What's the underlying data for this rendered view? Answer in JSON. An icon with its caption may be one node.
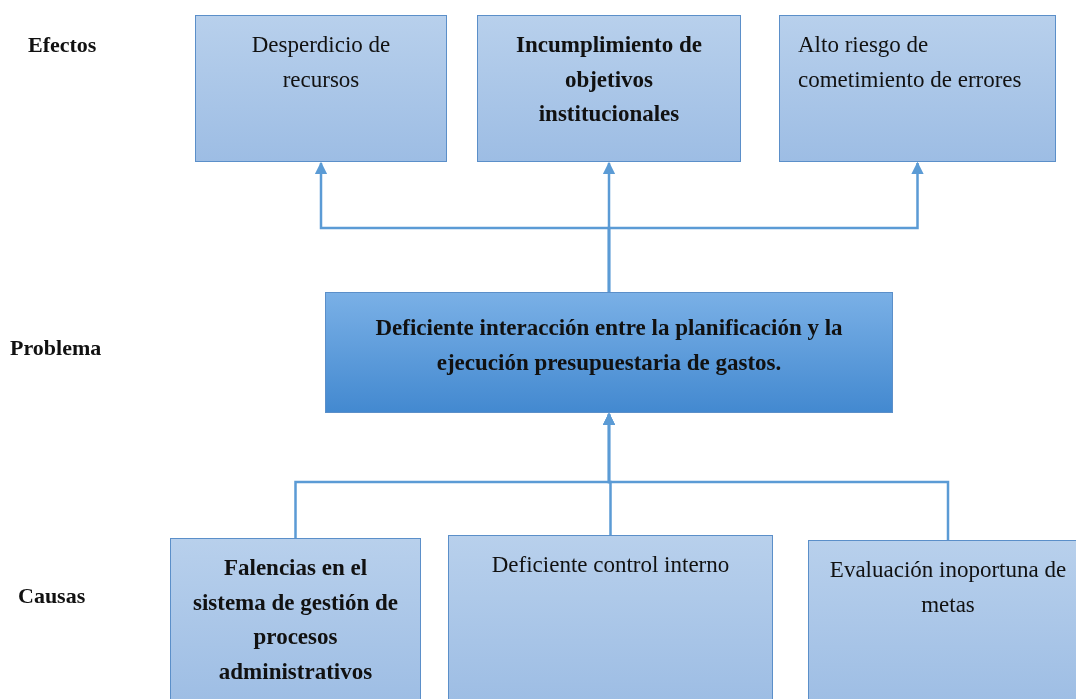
{
  "diagram": {
    "nodes": [
      {
        "text": [
          "Desperdicio de recursos"
        ]
      },
      {
        "text": [
          "Incumplimiento de objetivos institucionales"
        ]
      },
      {
        "text": [
          "Alto riesgo de cometimiento de errores"
        ]
      },
      {
        "text": [
          "Deficiente interacción entre la planificación y la ejecución presupuestaria de gastos."
        ]
      },
      {
        "text": [
          "Falencias en el sistema de gestión de procesos administrativos"
        ]
      },
      {
        "text": [
          "Deficiente control interno"
        ]
      },
      {
        "text": [
          "Evaluación inoportuna de metas"
        ]
      }
    ],
    "edges": [
      {
        "from": 3,
        "to": 0,
        "arrow": "to"
      },
      {
        "from": 3,
        "to": 1,
        "arrow": "to"
      },
      {
        "from": 3,
        "to": 2,
        "arrow": "to"
      },
      {
        "from": 4,
        "to": 3,
        "arrow": "to"
      },
      {
        "from": 5,
        "to": 3,
        "arrow": "to"
      },
      {
        "from": 6,
        "to": 3,
        "arrow": "to"
      }
    ],
    "labels": [
      "Efectos",
      "Problema",
      "Causas"
    ]
  }
}
